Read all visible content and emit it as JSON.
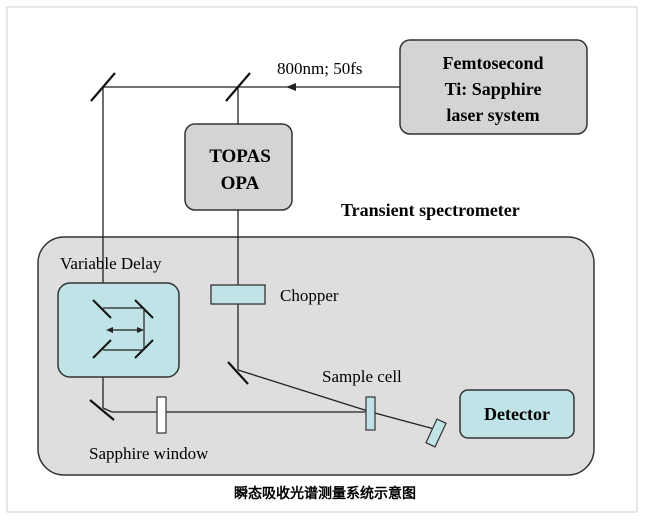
{
  "laser": {
    "line1": "Femtosecond",
    "line2": "Ti: Sapphire",
    "line3": "laser system"
  },
  "beam_label": "800nm; 50fs",
  "opa": {
    "line1": "TOPAS",
    "line2": "OPA"
  },
  "spectrometer_label": "Transient spectrometer",
  "delay_label": "Variable Delay",
  "chopper_label": "Chopper",
  "sample_label": "Sample cell",
  "detector_label": "Detector",
  "window_label": "Sapphire window",
  "caption": "瞬态吸收光谱测量系统示意图",
  "colors": {
    "box_fill": "#d4d4d4",
    "panel_fill": "#dedede",
    "optic_fill": "#bfe3e6",
    "stroke": "#333333"
  }
}
